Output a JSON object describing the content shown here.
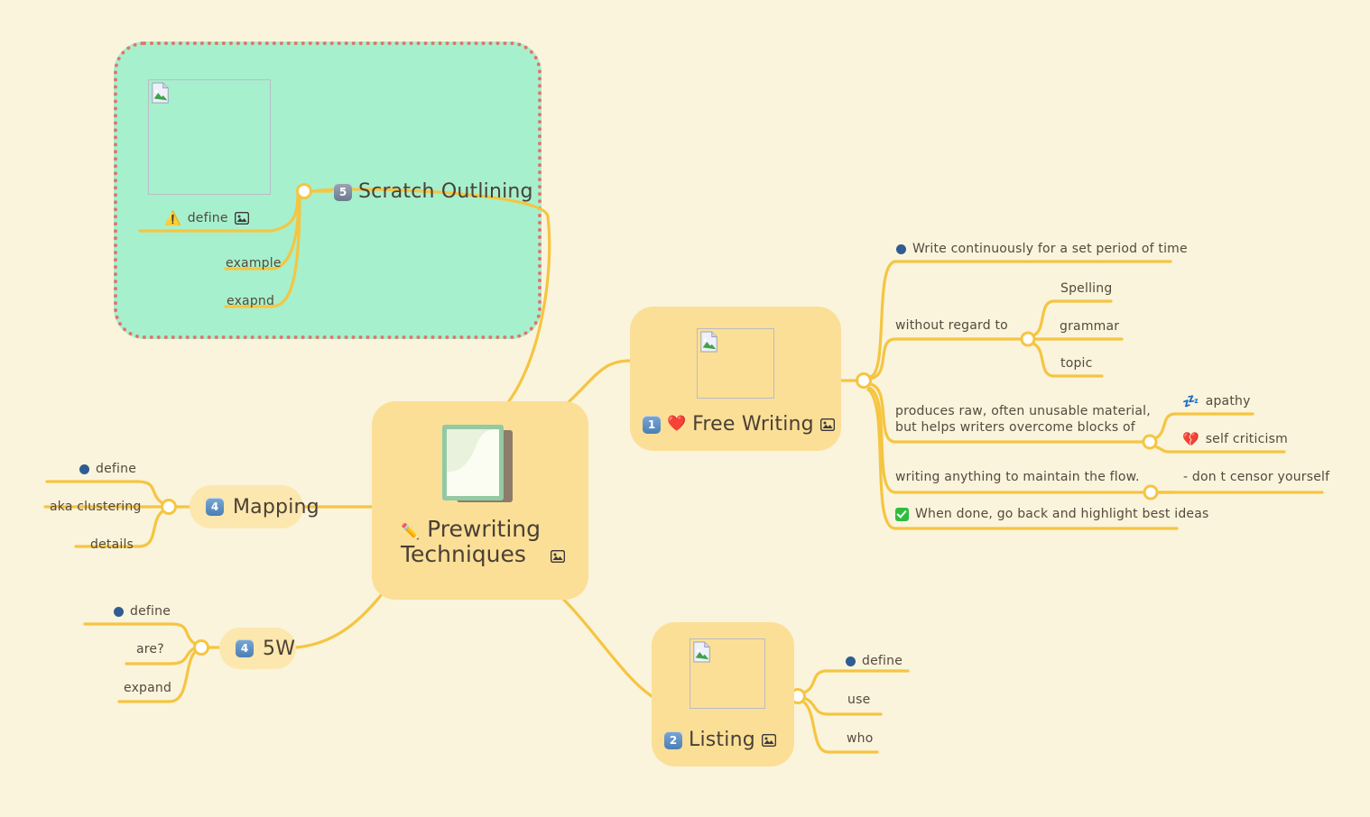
{
  "canvas": {
    "background": "#faf4dc",
    "line_color": "#f5c542",
    "hub_color": "#ffffff"
  },
  "summary_group": {
    "name": "scratch-outlining-group",
    "fill": "#a6f0cd",
    "border_color": "#e2756b",
    "border_style": "dotted"
  },
  "central": {
    "badge": "",
    "emoji": "✏️",
    "title_line1": "Prewriting",
    "title_line2": "Techniques",
    "picture_icon": "image-icon",
    "fill": "#fbdf96"
  },
  "branches": [
    {
      "id": "scratch-outlining",
      "badge": "5",
      "badge_style": "slate",
      "title": "Scratch Outlining",
      "children": [
        {
          "emoji": "⚠️",
          "text": "define",
          "has_picture": true
        },
        {
          "text": "example"
        },
        {
          "text": "exapnd"
        }
      ]
    },
    {
      "id": "free-writing",
      "badge": "1",
      "badge_style": "blue",
      "emoji": "❤️",
      "title": "Free Writing",
      "picture_icon": "image-icon",
      "children": [
        {
          "bullet": "dot",
          "text": "Write continuously for a set period of time"
        },
        {
          "text": "without regard to",
          "children": [
            {
              "text": "Spelling"
            },
            {
              "text": "grammar"
            },
            {
              "text": "topic"
            }
          ]
        },
        {
          "text": "produces raw, often unusable material,\nbut helps writers overcome blocks of",
          "children": [
            {
              "emoji": "💤",
              "text": "apathy"
            },
            {
              "emoji": "💔",
              "text": "self criticism"
            }
          ]
        },
        {
          "text": "writing anything to maintain the flow.",
          "children": [
            {
              "text": "- don t censor yourself"
            }
          ]
        },
        {
          "bullet": "check",
          "text": "When done, go back and highlight best ideas"
        }
      ]
    },
    {
      "id": "mapping",
      "badge": "4",
      "badge_style": "blue",
      "title": "Mapping",
      "children": [
        {
          "bullet": "dot",
          "text": "define"
        },
        {
          "text": "aka clustering"
        },
        {
          "text": "details"
        }
      ]
    },
    {
      "id": "5w",
      "badge": "4",
      "badge_style": "blue",
      "title": "5W",
      "children": [
        {
          "bullet": "dot",
          "text": "define"
        },
        {
          "text": "are?"
        },
        {
          "text": "expand"
        }
      ]
    },
    {
      "id": "listing",
      "badge": "2",
      "badge_style": "blue",
      "title": "Listing",
      "picture_icon": "image-icon",
      "children": [
        {
          "bullet": "dot",
          "text": "define"
        },
        {
          "text": "use"
        },
        {
          "text": "who"
        }
      ]
    }
  ]
}
